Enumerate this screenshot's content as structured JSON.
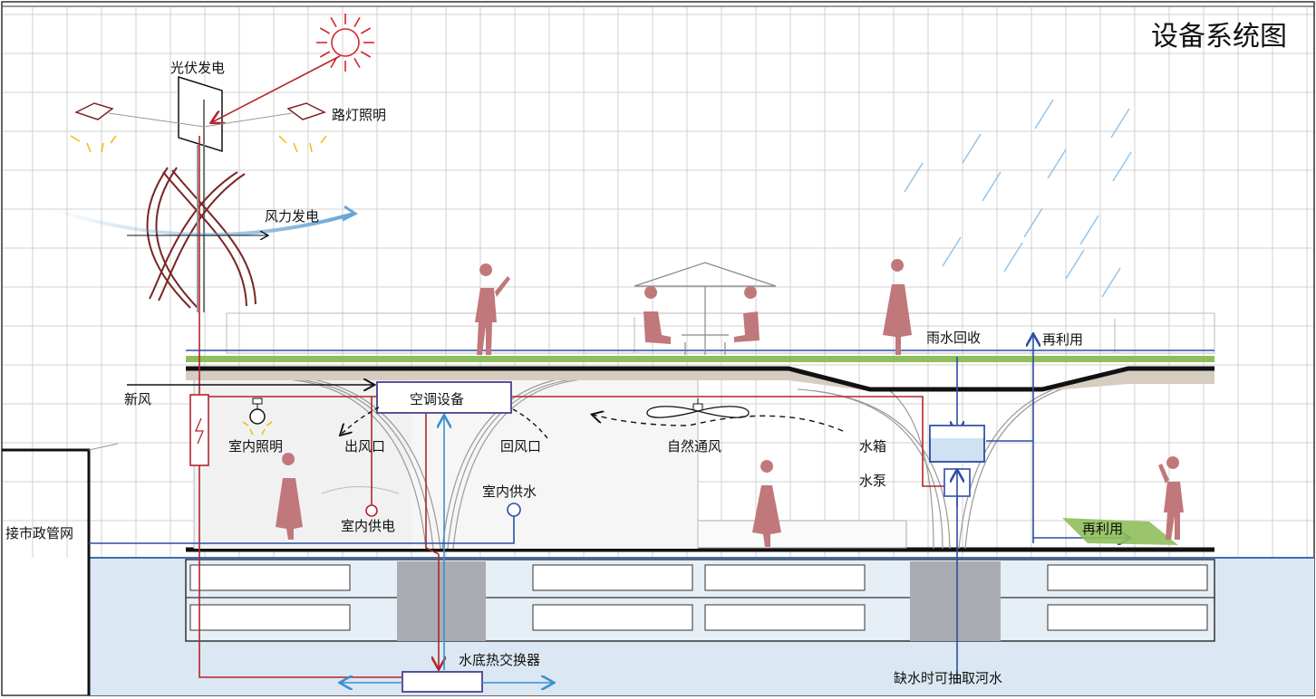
{
  "title": "设备系统图",
  "labels": {
    "pv": "光伏发电",
    "streetlight": "路灯照明",
    "wind": "风力发电",
    "fresh_air": "新风",
    "ac": "空调设备",
    "indoor_light": "室内照明",
    "outlet": "出风口",
    "return_vent": "回风口",
    "natural_vent": "自然通风",
    "tank": "水箱",
    "pump": "水泵",
    "rain": "雨水回收",
    "reuse_top": "再利用",
    "reuse_bottom": "再利用",
    "indoor_water": "室内供水",
    "indoor_power": "室内供电",
    "municipal": "接市政管网",
    "heat_exchanger": "水底热交换器",
    "river": "缺水时可抽取河水"
  },
  "colors": {
    "power": "#b3262b",
    "water": "#2c4fa3",
    "air": "#111111",
    "wind": "#6aa6d6",
    "river": "#dbe7f3",
    "green_roof": "#8fbf5a",
    "people": "#c0787a",
    "turbine": "#7a2525"
  }
}
